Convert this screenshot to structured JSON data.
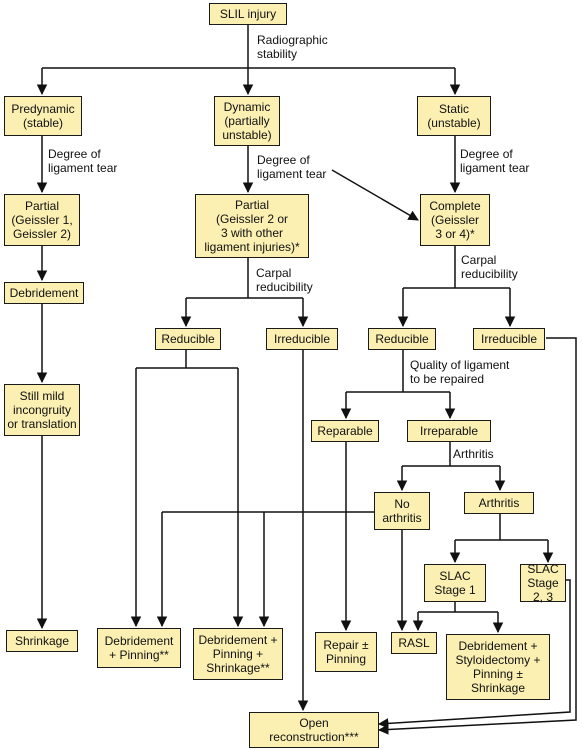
{
  "nodes": {
    "root": "SLIL injury",
    "predynamic": "Predynamic\n(stable)",
    "dynamic": "Dynamic\n(partially\nunstable)",
    "static": "Static\n(unstable)",
    "partial_g12": "Partial\n(Geissler 1,\nGeissler 2)",
    "partial_g23": "Partial\n(Geissler 2 or\n3 with other\nligament injuries)*",
    "complete": "Complete\n(Geissler\n3 or 4)*",
    "debridement": "Debridement",
    "mild": "Still mild\nincongruity\nor translation",
    "reducible_mid": "Reducible",
    "irreducible_mid": "Irreducible",
    "reducible_right": "Reducible",
    "irreducible_right": "Irreducible",
    "reparable": "Reparable",
    "irreparable": "Irreparable",
    "no_arthritis": "No\narthritis",
    "arthritis": "Arthritis",
    "slac1": "SLAC\nStage 1",
    "slac23": "SLAC\nStage 2, 3",
    "shrinkage": "Shrinkage",
    "deb_pinning": "Debridement\n+ Pinning**",
    "deb_pin_shrink": "Debridement +\nPinning +\nShrinkage**",
    "repair_pinning": "Repair ±\nPinning",
    "rasl": "RASL",
    "deb_styloid": "Debridement +\nStyloidectomy +\nPinning ±\nShrinkage",
    "open_recon": "Open\nreconstruction***"
  },
  "labels": {
    "radiographic": "Radiographic\nstability",
    "degree_left": "Degree of\nligament tear",
    "degree_mid": "Degree of\nligament tear",
    "degree_right": "Degree of\nligament tear",
    "carpal_mid": "Carpal\nreducibility",
    "carpal_right": "Carpal\nreducibility",
    "quality": "Quality of ligament\nto be repaired",
    "arthritis_q": "Arthritis"
  }
}
